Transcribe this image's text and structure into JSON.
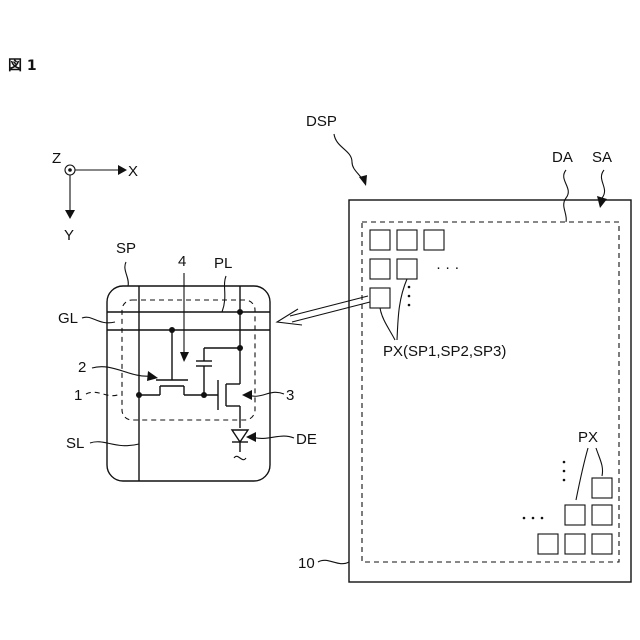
{
  "figure_label": "図 1",
  "axes": {
    "z": "Z",
    "x": "X",
    "y": "Y"
  },
  "display": {
    "label": "DSP",
    "substrate_ref": "10",
    "display_area": "DA",
    "surrounding_area": "SA",
    "pixel_label": "PX(SP1,SP2,SP3)",
    "pixel_label_2": "PX",
    "ellipsis_h": "· · ·",
    "ellipsis_v": "·\n·\n·"
  },
  "subpixel": {
    "label": "SP",
    "power_line": "PL",
    "gate_line": "GL",
    "signal_line": "SL",
    "ref_1": "1",
    "ref_2": "2",
    "ref_3": "3",
    "ref_4": "4",
    "element": "DE"
  }
}
